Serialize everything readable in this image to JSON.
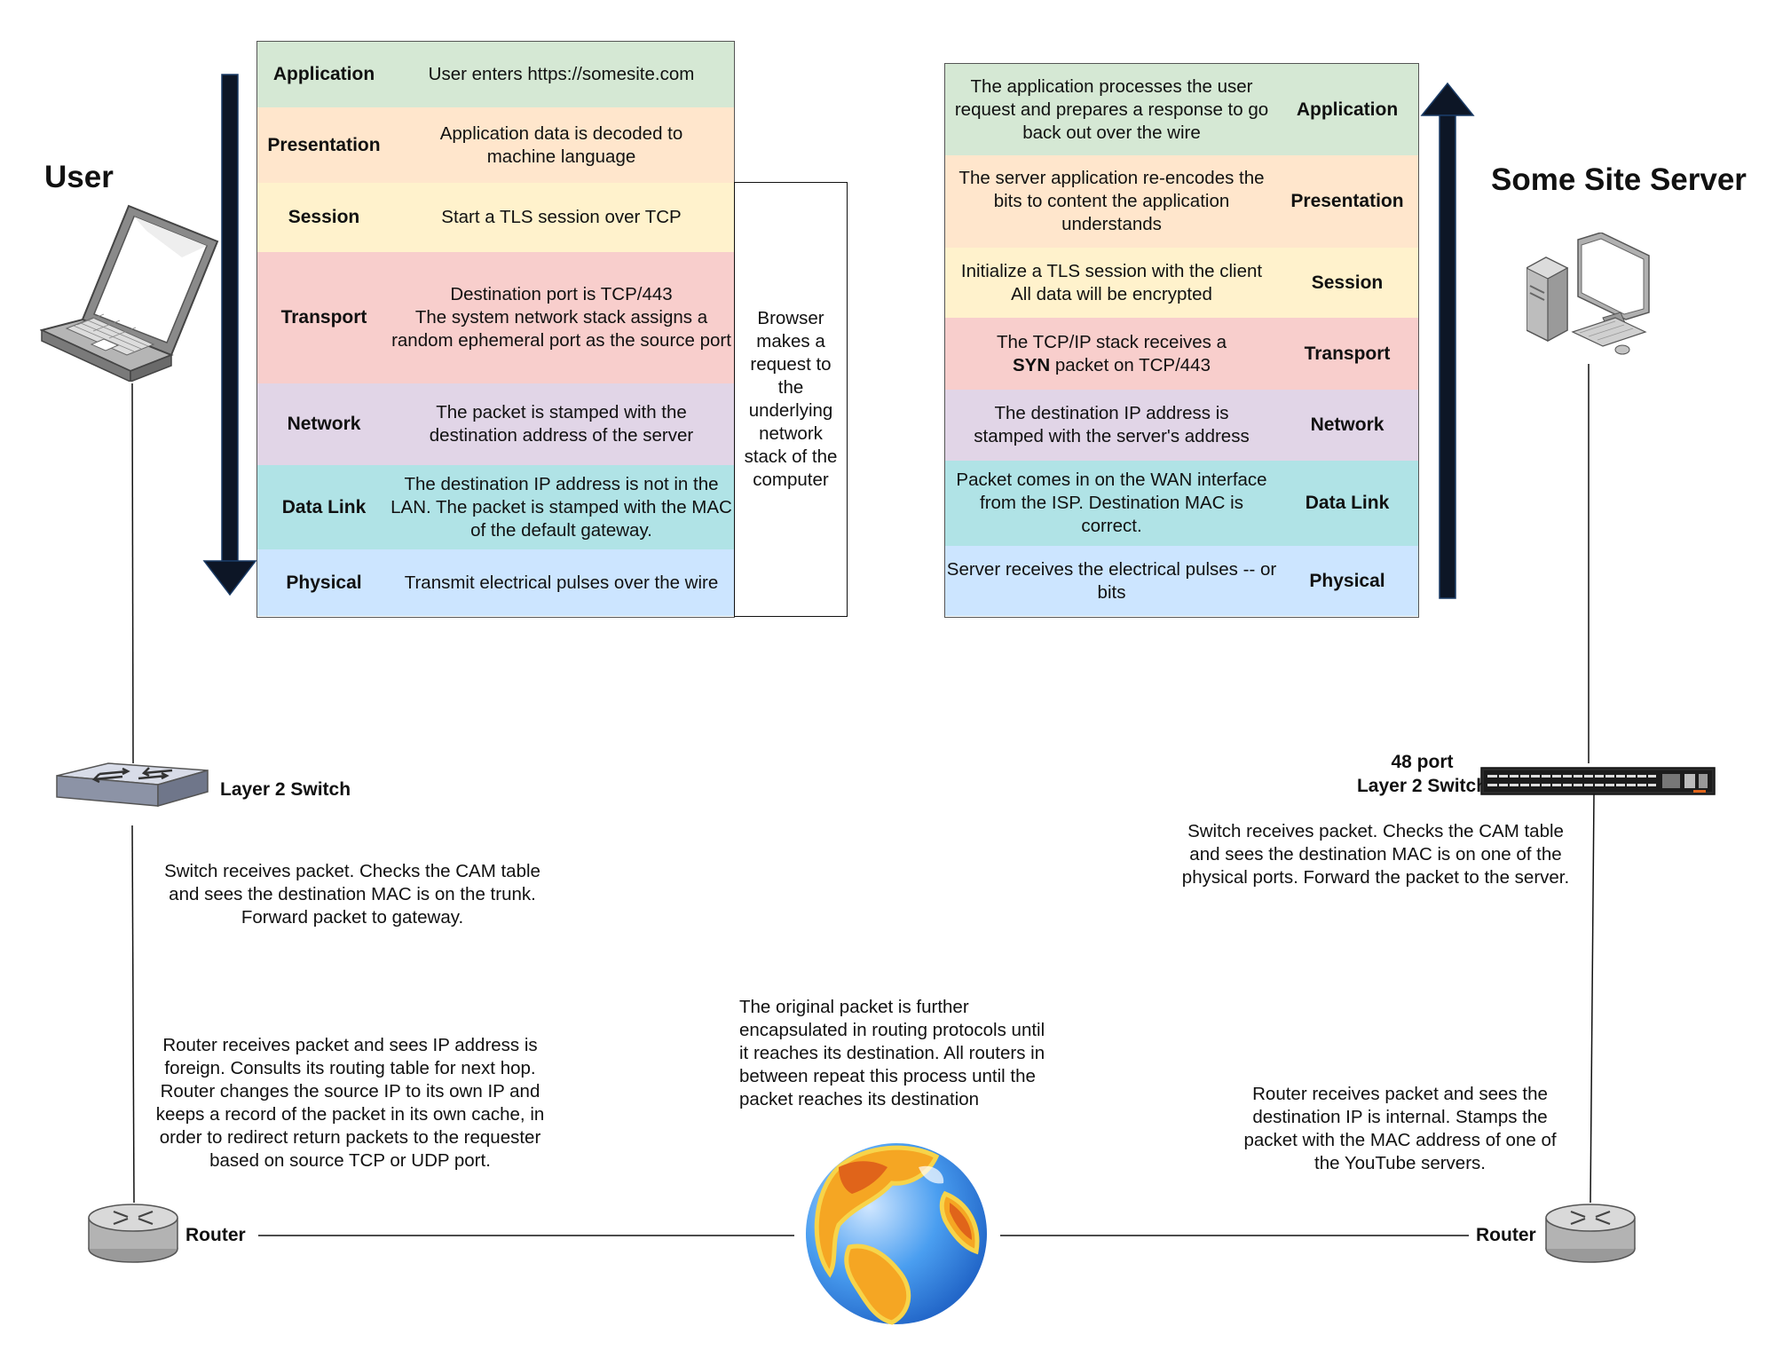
{
  "user_title": "User",
  "server_title": "Some Site Server",
  "left_stack": [
    {
      "layer": "Application",
      "desc": "User enters https://somesite.com"
    },
    {
      "layer": "Presentation",
      "desc": "Application data is decoded to machine language"
    },
    {
      "layer": "Session",
      "desc": "Start a TLS session over TCP"
    },
    {
      "layer": "Transport",
      "desc": "Destination port is TCP/443\nThe system network stack assigns a random ephemeral port as the source port"
    },
    {
      "layer": "Network",
      "desc": "The packet is stamped with the destination address of the server"
    },
    {
      "layer": "Data Link",
      "desc": "The destination IP address is not in the LAN. The packet is stamped with the MAC of the default gateway."
    },
    {
      "layer": "Physical",
      "desc": "Transmit electrical pulses over the wire"
    }
  ],
  "browser_note": "Browser makes a request to the underlying network stack of the computer",
  "right_stack": [
    {
      "layer": "Application",
      "desc": "The application processes the user request and prepares a response to go back out over the wire"
    },
    {
      "layer": "Presentation",
      "desc": "The server application re-encodes the bits to content the application understands"
    },
    {
      "layer": "Session",
      "desc": "Initialize a TLS session with the client\nAll data will be encrypted"
    },
    {
      "layer": "Transport",
      "desc_pre": "The TCP/IP stack receives a",
      "desc_bold": "SYN",
      "desc_post": "packet on TCP/443"
    },
    {
      "layer": "Network",
      "desc": "The destination IP address is stamped with the server's address"
    },
    {
      "layer": "Data Link",
      "desc": "Packet comes in on the WAN interface from the ISP. Destination MAC is correct."
    },
    {
      "layer": "Physical",
      "desc": "Server receives the electrical pulses -- or bits"
    }
  ],
  "left_switch_label": "Layer 2 Switch",
  "left_switch_note": "Switch receives packet. Checks the CAM table and sees the destination MAC is on the trunk. Forward packet to gateway.",
  "left_router_note": "Router receives packet and sees IP address is foreign. Consults its routing table for next hop. Router changes the source IP to its own IP and keeps a record of the packet in its own cache, in order to redirect return packets to the requester based on source TCP or UDP port.",
  "left_router_label": "Router",
  "internet_note": "The original packet is further encapsulated in routing protocols until it reaches its destination. All routers in between repeat this process until the packet reaches its destination",
  "right_switch_label_line1": "48 port",
  "right_switch_label_line2": "Layer 2 Switch",
  "right_switch_note": "Switch receives packet. Checks the CAM table and sees the destination MAC is on one of the physical ports. Forward the packet to the server.",
  "right_router_note": "Router receives packet and sees the destination IP is internal. Stamps the packet with the MAC address of one of the YouTube servers.",
  "right_router_label": "Router",
  "icons": {
    "user_device": "laptop-icon",
    "server_device": "desktop-computer-icon",
    "left_switch": "network-switch-icon",
    "right_switch": "rack-switch-icon",
    "routers": "router-icon",
    "internet": "globe-icon",
    "flow_down": "down-arrow-icon",
    "flow_up": "up-arrow-icon"
  },
  "colors": {
    "application": "#d5e8d4",
    "presentation": "#ffe6cc",
    "session": "#fff2cc",
    "transport": "#f8cecc",
    "network": "#e1d5e7",
    "data_link": "#b0e3e6",
    "physical": "#cce5ff",
    "arrow": "#0d1626"
  }
}
